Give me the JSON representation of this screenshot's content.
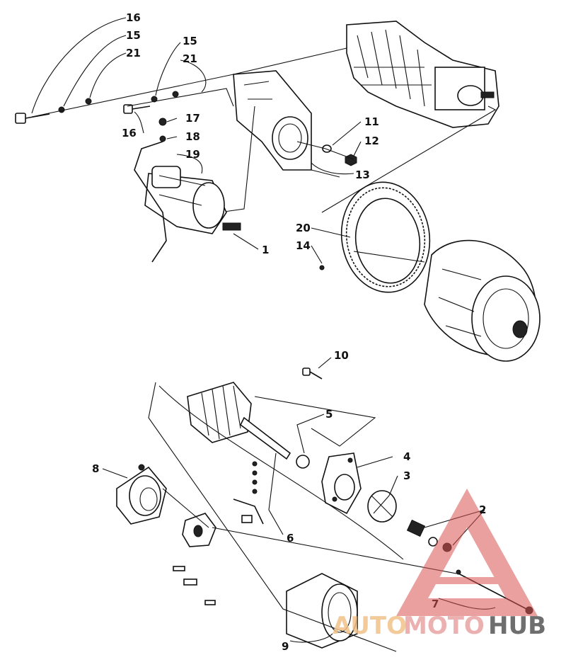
{
  "callouts": {
    "c16a": "16",
    "c15a": "15",
    "c21a": "21",
    "c15b": "15",
    "c21b": "21",
    "c16b": "16",
    "c17": "17",
    "c18": "18",
    "c19": "19",
    "c11": "11",
    "c12": "12",
    "c13": "13",
    "c20": "20",
    "c14": "14",
    "c1": "1",
    "c10": "10",
    "c5": "5",
    "c4": "4",
    "c3": "3",
    "c8": "8",
    "c2": "2",
    "c6": "6",
    "c7": "7",
    "c9": "9"
  },
  "watermark": {
    "part1": "AUTO",
    "part2": "MOTO",
    "part3": "HUB"
  },
  "caption": "",
  "colors": {
    "line": "#111111",
    "watermark_red": "#d9534f",
    "watermark_orange": "#f0b070"
  }
}
